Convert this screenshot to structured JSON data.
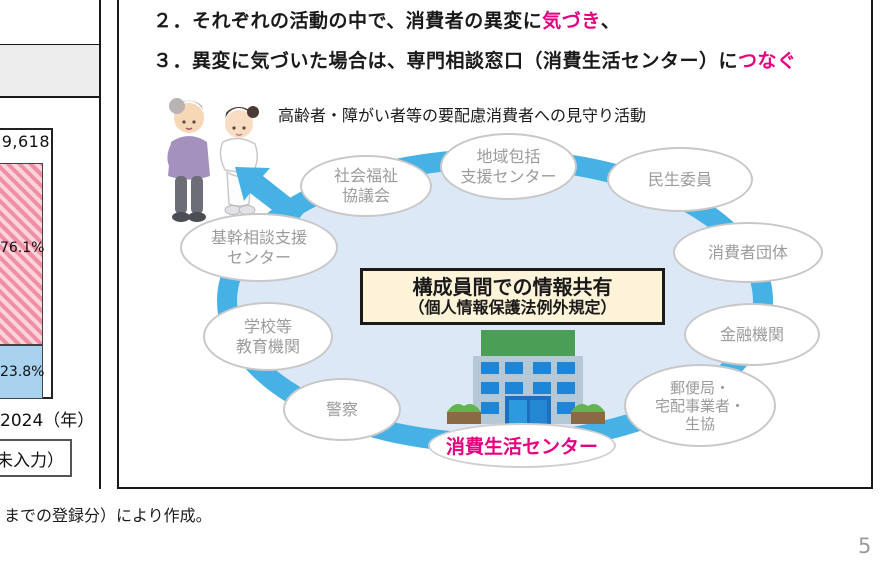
{
  "page": {
    "footnote": "までの登録分）により作成。",
    "number": "5"
  },
  "left_chart": {
    "type": "bar-fragment",
    "total_label": "9,618",
    "segments": [
      {
        "name": "pink-hatched",
        "percent": "76.1%",
        "color": "#ef8fa5"
      },
      {
        "name": "blue",
        "percent": "23.8%",
        "color": "#a9d2ee"
      }
    ],
    "x_tick": "2024（年）",
    "legend_fragment": "未入力）"
  },
  "main": {
    "line2": {
      "prefix": "２．それぞれの活動の中で、消費者の",
      "bold": "異変",
      "mid": "に",
      "highlight": "気づき",
      "suffix": "、"
    },
    "line3": {
      "prefix": "３．異変に気づいた場合は、専門相談窓口",
      "bold": "（消費生活センター）に",
      "highlight": "つなぐ"
    },
    "caption": "高齢者・障がい者等の要配慮消費者への見守り活動",
    "center_box": {
      "line1": "構成員間での情報共有",
      "line2": "（個人情報保護法例外規定）"
    },
    "center_node": "消費生活センター",
    "nodes": [
      {
        "id": "chiiki-hokatsu",
        "label": "地域包括\n支援センター"
      },
      {
        "id": "shakai-fukushi",
        "label": "社会福祉\n協議会"
      },
      {
        "id": "minsei-iin",
        "label": "民生委員"
      },
      {
        "id": "kikan-sodan",
        "label": "基幹相談支援\nセンター"
      },
      {
        "id": "shohisha-dantai",
        "label": "消費者団体"
      },
      {
        "id": "gakko",
        "label": "学校等\n教育機関"
      },
      {
        "id": "kinyu-kikan",
        "label": "金融機関"
      },
      {
        "id": "keisatsu",
        "label": "警察"
      },
      {
        "id": "yubin",
        "label": "郵便局・\n宅配事業者・\n生協"
      }
    ],
    "colors": {
      "highlight": "#e4007f",
      "ring": "#45b1e5",
      "ring_inner": "#dde8f6",
      "node_border": "#c8c8c8",
      "node_text": "#9b9b9b",
      "center_box_bg": "#fdf3d8"
    }
  }
}
